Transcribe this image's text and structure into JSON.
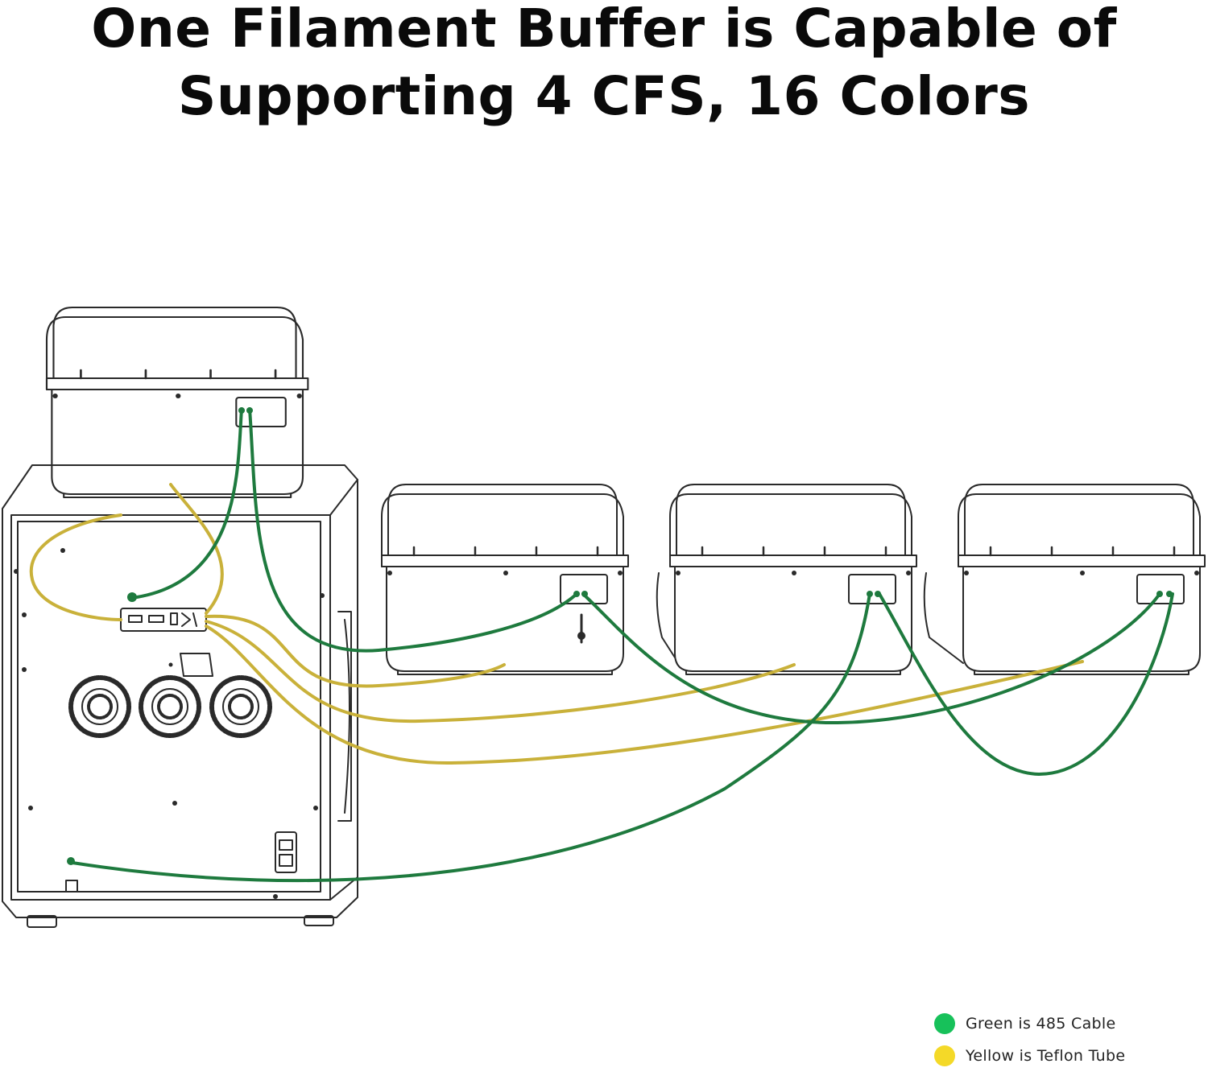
{
  "headline": {
    "line1": "One Filament Buffer is Capable of",
    "line2": "Supporting 4 CFS, 16 Colors"
  },
  "colors": {
    "cable_485": "#1e7a3e",
    "teflon_tube": "#c9b13a",
    "outline": "#2a2a2a",
    "legend_green": "#17c15a",
    "legend_yellow": "#f4d928"
  },
  "legend": {
    "items": [
      {
        "label": "Green is 485 Cable",
        "color": "#17c15a"
      },
      {
        "label": "Yellow is Teflon Tube",
        "color": "#f4d928"
      }
    ]
  }
}
